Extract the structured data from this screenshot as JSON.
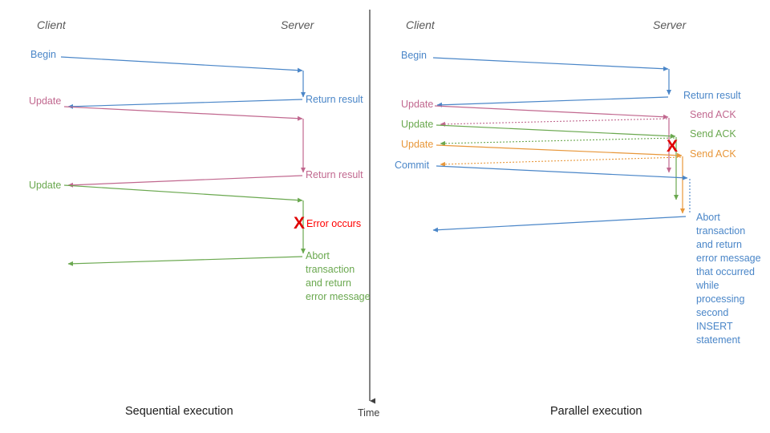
{
  "figure": {
    "title_left": "Sequential execution",
    "title_right": "Parallel execution",
    "time_axis_label": "Time",
    "divider_color": "#404040"
  },
  "colors": {
    "blue": "#4a86c8",
    "pink": "#c1688f",
    "green": "#6aa84f",
    "orange": "#e8973a",
    "red": "#e00000",
    "gray": "#595959",
    "black": "#1a1a1a"
  },
  "panels": [
    {
      "id": "sequential",
      "caption": "Sequential execution",
      "actors": {
        "client": "Client",
        "server": "Server"
      },
      "messages": [
        {
          "label": "Begin",
          "color": "blue",
          "side": "client",
          "dashed": false
        },
        {
          "label": "Return result",
          "color": "blue",
          "side": "server",
          "dashed": false
        },
        {
          "label": "Update",
          "color": "pink",
          "side": "client",
          "dashed": false
        },
        {
          "label": "Return result",
          "color": "pink",
          "side": "server",
          "dashed": false
        },
        {
          "label": "Update",
          "color": "green",
          "side": "client",
          "dashed": false
        },
        {
          "label": "Abort transaction and return error message",
          "color": "green",
          "side": "server",
          "dashed": false
        }
      ],
      "error": {
        "marker": "X",
        "label": "Error occurs",
        "color": "red"
      }
    },
    {
      "id": "parallel",
      "caption": "Parallel execution",
      "actors": {
        "client": "Client",
        "server": "Server"
      },
      "messages": [
        {
          "label": "Begin",
          "color": "blue",
          "side": "client",
          "dashed": false
        },
        {
          "label": "Return result",
          "color": "blue",
          "side": "server",
          "dashed": false
        },
        {
          "label": "Update",
          "color": "pink",
          "side": "client",
          "dashed": false
        },
        {
          "label": "Send ACK",
          "color": "pink",
          "side": "server",
          "dashed": true
        },
        {
          "label": "Update",
          "color": "green",
          "side": "client",
          "dashed": false
        },
        {
          "label": "Send ACK",
          "color": "green",
          "side": "server",
          "dashed": true
        },
        {
          "label": "Update",
          "color": "orange",
          "side": "client",
          "dashed": false
        },
        {
          "label": "Send ACK",
          "color": "orange",
          "side": "server",
          "dashed": true
        },
        {
          "label": "Commit",
          "color": "blue",
          "side": "client",
          "dashed": false
        },
        {
          "label": "Abort transaction and return error message that occurred while processing second INSERT statement",
          "color": "blue",
          "side": "server",
          "dashed": false
        }
      ],
      "error": {
        "marker": "X",
        "label": "",
        "color": "red"
      }
    }
  ],
  "labels": {
    "left": {
      "actor_client": "Client",
      "actor_server": "Server",
      "begin": "Begin",
      "return_result_1": "Return result",
      "update_1": "Update",
      "return_result_2": "Return result",
      "update_2": "Update",
      "error_occurs": "Error occurs",
      "error_x": "X",
      "abort_line1": "Abort",
      "abort_line2": "transaction",
      "abort_line3": "and return",
      "abort_line4": "error message",
      "caption": "Sequential execution"
    },
    "right": {
      "actor_client": "Client",
      "actor_server": "Server",
      "begin": "Begin",
      "return_result": "Return result",
      "update_1": "Update",
      "send_ack_1": "Send ACK",
      "update_2": "Update",
      "send_ack_2": "Send ACK",
      "update_3": "Update",
      "send_ack_3": "Send ACK",
      "commit": "Commit",
      "error_x": "X",
      "abort_line1": "Abort",
      "abort_line2": "transaction",
      "abort_line3": "and return",
      "abort_line4": "error message",
      "abort_line5": "that occurred",
      "abort_line6": "while",
      "abort_line7": "processing",
      "abort_line8": "second",
      "abort_line9": "INSERT",
      "abort_line10": "statement",
      "caption": "Parallel execution"
    },
    "time": "Time"
  }
}
